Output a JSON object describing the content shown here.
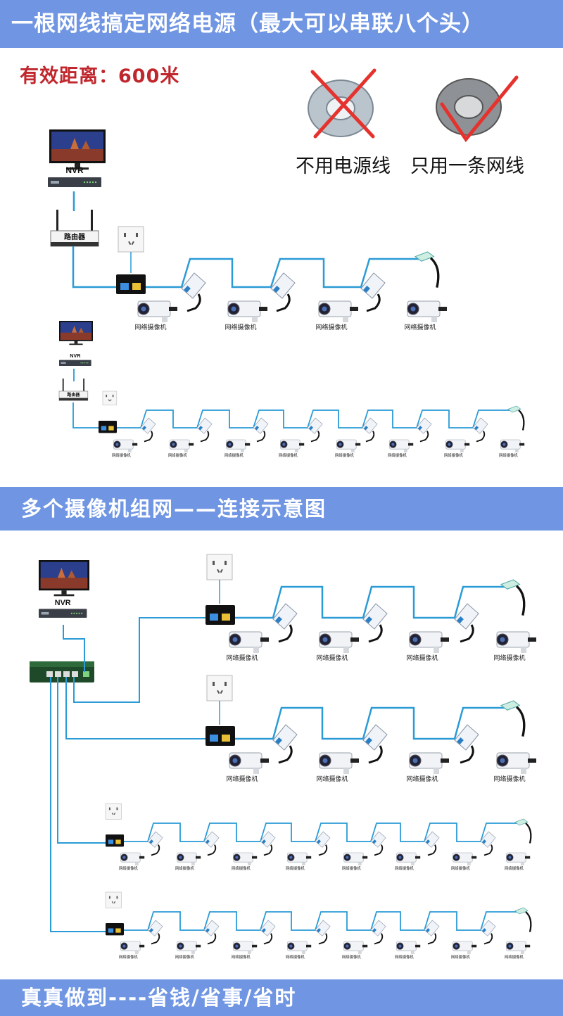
{
  "header": {
    "title": "一根网线搞定网络电源（最大可以串联八个头）",
    "range": "有效距离：600米"
  },
  "cables": {
    "no_power": "不用电源线",
    "one_cable": "只用一条网线"
  },
  "section2": {
    "title": "多个摄像机组网——连接示意图"
  },
  "footer": {
    "slogan": "真真做到----省钱/省事/省时"
  },
  "labels": {
    "nvr": "NVR",
    "router": "路由器",
    "camera": "网络摄像机"
  },
  "colors": {
    "banner": "#6f95e3",
    "cable": "#2a9bd6",
    "range_text": "#c0272d",
    "wrong": "#e5322d",
    "right": "#e5322d"
  },
  "icons": [
    "monitor-icon",
    "nvr-icon",
    "router-icon",
    "wall-socket-icon",
    "poe-injector-icon",
    "poe-splitter-icon",
    "camera-icon",
    "switch-icon",
    "cross-icon",
    "check-icon",
    "cable-coil-icon"
  ]
}
